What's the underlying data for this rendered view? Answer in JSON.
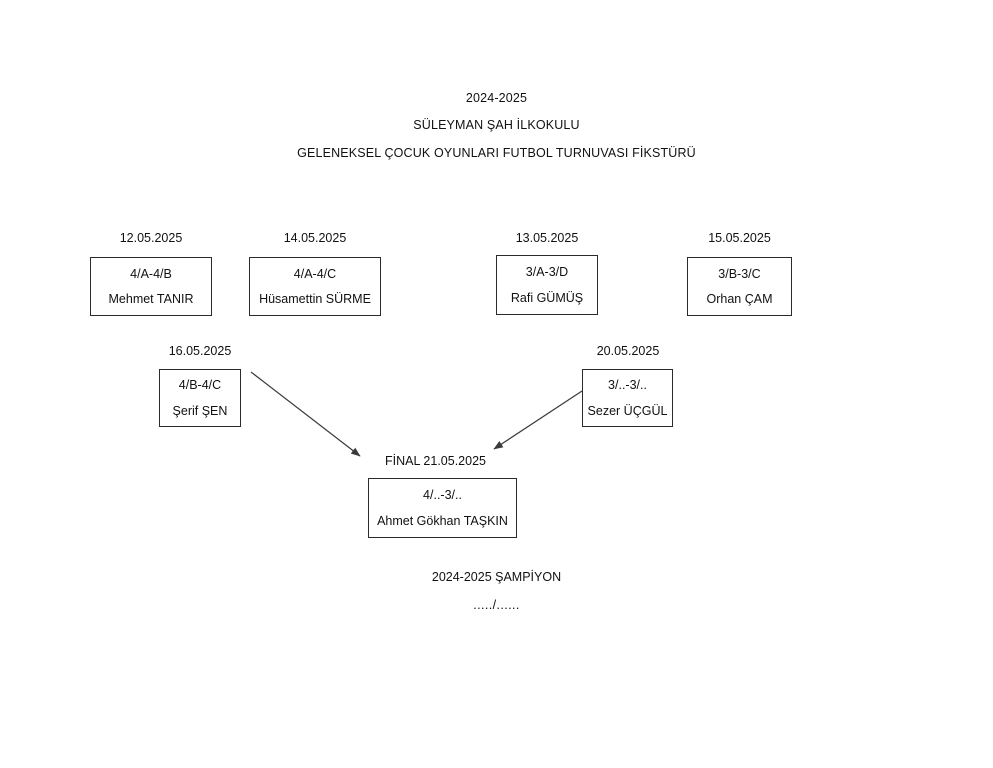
{
  "header": {
    "season": "2024-2025",
    "school": "SÜLEYMAN ŞAH İLKOKULU",
    "subtitle": "GELENEKSEL ÇOCUK OYUNLARI FUTBOL TURNUVASI FİKSTÜRÜ"
  },
  "quarterfinals": [
    {
      "date": "12.05.2025",
      "teams": "4/A-4/B",
      "referee": "Mehmet TANIR"
    },
    {
      "date": "14.05.2025",
      "teams": "4/A-4/C",
      "referee": "Hüsamettin SÜRME"
    },
    {
      "date": "13.05.2025",
      "teams": "3/A-3/D",
      "referee": "Rafi GÜMÜŞ"
    },
    {
      "date": "15.05.2025",
      "teams": "3/B-3/C",
      "referee": "Orhan ÇAM"
    }
  ],
  "semifinals": [
    {
      "date": "16.05.2025",
      "teams": "4/B-4/C",
      "referee": "Şerif ŞEN"
    },
    {
      "date": "20.05.2025",
      "teams": "3/..-3/..",
      "referee": "Sezer ÜÇGÜL"
    }
  ],
  "final": {
    "label": "FİNAL 21.05.2025",
    "teams": "4/..-3/..",
    "referee": "Ahmet Gökhan TAŞKIN"
  },
  "champion": {
    "title": "2024-2025 ŞAMPİYON",
    "blank": "...../......"
  },
  "style": {
    "page_background": "#ffffff",
    "box_border": "#2b2b2b",
    "text": "#111111",
    "arrow": "#3a3a3a"
  }
}
